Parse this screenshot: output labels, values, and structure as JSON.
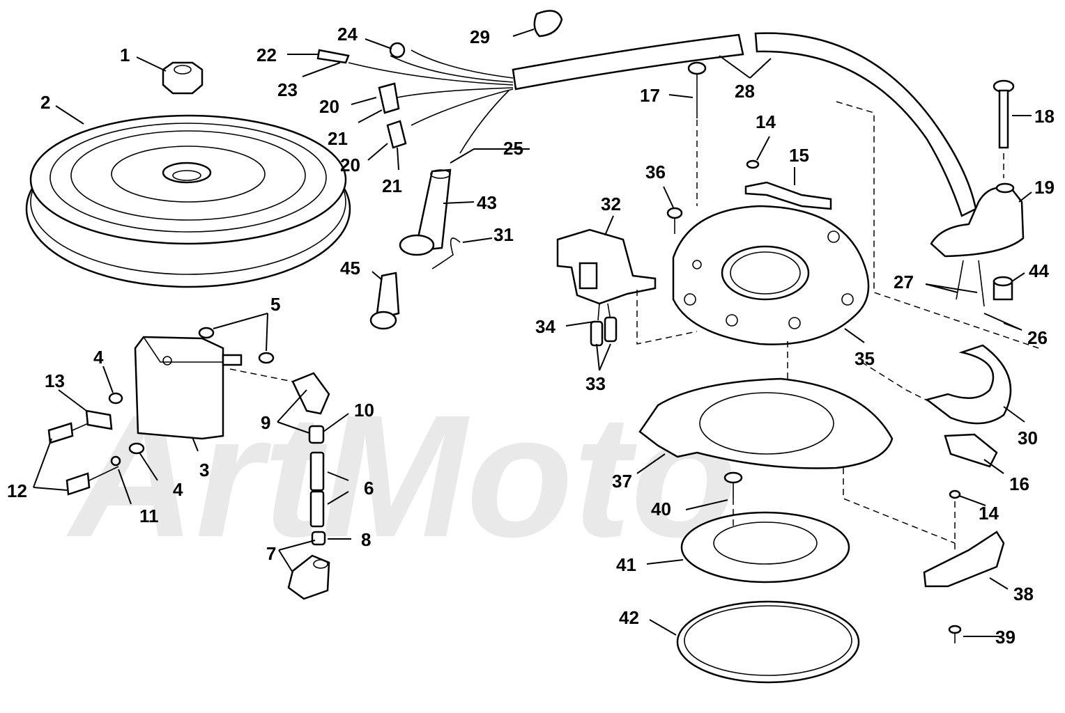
{
  "watermark": "ArtMoto",
  "callouts": [
    {
      "id": "c1",
      "text": "1"
    },
    {
      "id": "c2",
      "text": "2"
    },
    {
      "id": "c3",
      "text": "3"
    },
    {
      "id": "c4a",
      "text": "4"
    },
    {
      "id": "c4b",
      "text": "4"
    },
    {
      "id": "c5",
      "text": "5"
    },
    {
      "id": "c6",
      "text": "6"
    },
    {
      "id": "c7",
      "text": "7"
    },
    {
      "id": "c8",
      "text": "8"
    },
    {
      "id": "c9",
      "text": "9"
    },
    {
      "id": "c10",
      "text": "10"
    },
    {
      "id": "c11",
      "text": "11"
    },
    {
      "id": "c12",
      "text": "12"
    },
    {
      "id": "c13",
      "text": "13"
    },
    {
      "id": "c14a",
      "text": "14"
    },
    {
      "id": "c14b",
      "text": "14"
    },
    {
      "id": "c15",
      "text": "15"
    },
    {
      "id": "c16",
      "text": "16"
    },
    {
      "id": "c17",
      "text": "17"
    },
    {
      "id": "c18",
      "text": "18"
    },
    {
      "id": "c19",
      "text": "19"
    },
    {
      "id": "c20a",
      "text": "20"
    },
    {
      "id": "c20b",
      "text": "20"
    },
    {
      "id": "c21a",
      "text": "21"
    },
    {
      "id": "c21b",
      "text": "21"
    },
    {
      "id": "c22",
      "text": "22"
    },
    {
      "id": "c23",
      "text": "23"
    },
    {
      "id": "c24",
      "text": "24"
    },
    {
      "id": "c25",
      "text": "25"
    },
    {
      "id": "c26",
      "text": "26"
    },
    {
      "id": "c27",
      "text": "27"
    },
    {
      "id": "c28",
      "text": "28"
    },
    {
      "id": "c29",
      "text": "29"
    },
    {
      "id": "c30",
      "text": "30"
    },
    {
      "id": "c31",
      "text": "31"
    },
    {
      "id": "c32",
      "text": "32"
    },
    {
      "id": "c33",
      "text": "33"
    },
    {
      "id": "c34",
      "text": "34"
    },
    {
      "id": "c35",
      "text": "35"
    },
    {
      "id": "c36",
      "text": "36"
    },
    {
      "id": "c37",
      "text": "37"
    },
    {
      "id": "c38",
      "text": "38"
    },
    {
      "id": "c39",
      "text": "39"
    },
    {
      "id": "c40",
      "text": "40"
    },
    {
      "id": "c41",
      "text": "41"
    },
    {
      "id": "c42",
      "text": "42"
    },
    {
      "id": "c43",
      "text": "43"
    },
    {
      "id": "c44",
      "text": "44"
    },
    {
      "id": "c45",
      "text": "45"
    }
  ]
}
